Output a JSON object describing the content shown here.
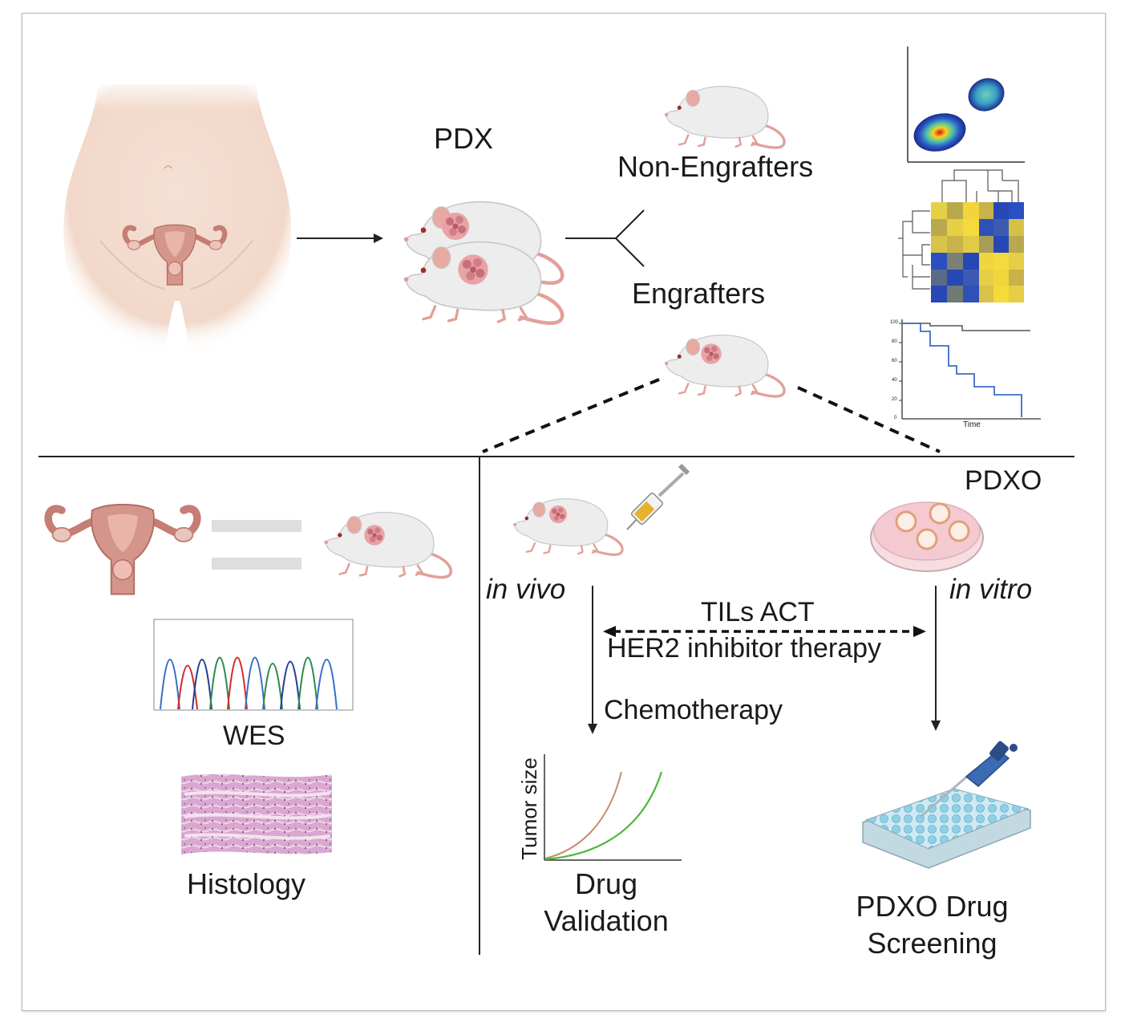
{
  "labels": {
    "pdx": "PDX",
    "non_engrafters": "Non-Engrafters",
    "engrafters": "Engrafters",
    "pdxo": "PDXO",
    "in_vivo": "in vivo",
    "in_vitro": "in vitro",
    "tils_act": "TILs ACT",
    "her2": "HER2 inhibitor therapy",
    "chemotherapy": "Chemotherapy",
    "wes": "WES",
    "histology": "Histology",
    "tumor_size": "Tumor size",
    "drug_validation_1": "Drug",
    "drug_validation_2": "Validation",
    "pdxo_screening_1": "PDXO Drug",
    "pdxo_screening_2": "Screening",
    "km_time": "Time",
    "km_ticks": [
      "100",
      "80",
      "60",
      "40",
      "20",
      "0"
    ]
  },
  "icons": [
    "patient-torso-icon",
    "mouse-icon",
    "scatter-density-icon",
    "heatmap-icon",
    "survival-curve-icon",
    "uterus-icon",
    "syringe-icon",
    "petri-dish-icon",
    "sequencing-trace-icon",
    "histology-tissue-icon",
    "pipette-plate-icon"
  ],
  "colors": {
    "mouse_body": "#ececec",
    "mouse_pink": "#e8a7a0",
    "tumor": "#d8868b",
    "uterus": "#c9847c",
    "skin": "#f3ddd0",
    "heat_yellow": "#f2d53c",
    "heat_blue": "#2747b5",
    "km_blue": "#3f6cc4",
    "growth_brown": "#c98a6c",
    "growth_green": "#4fb83a"
  }
}
